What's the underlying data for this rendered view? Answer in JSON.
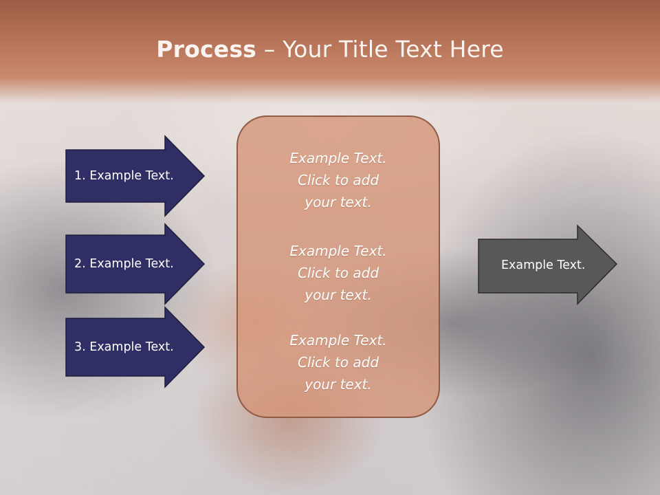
{
  "slide": {
    "title_bold": "Process",
    "title_rest": " – Your Title Text Here"
  },
  "left_arrows": [
    {
      "label": "1. Example Text."
    },
    {
      "label": "2. Example Text."
    },
    {
      "label": "3. Example Text."
    }
  ],
  "center_box": {
    "blocks": [
      {
        "line1": "Example Text.",
        "line2": "Click  to add",
        "line3": "your text."
      },
      {
        "line1": "Example Text.",
        "line2": "Click  to add",
        "line3": "your text."
      },
      {
        "line1": "Example Text.",
        "line2": "Click  to add",
        "line3": "your text."
      }
    ]
  },
  "right_arrow": {
    "label": "Example Text."
  },
  "colors": {
    "title_band": "#b9765a",
    "left_arrow_fill": "#2f2f66",
    "center_box_fill": "#d6967a",
    "right_arrow_fill": "#585858"
  }
}
